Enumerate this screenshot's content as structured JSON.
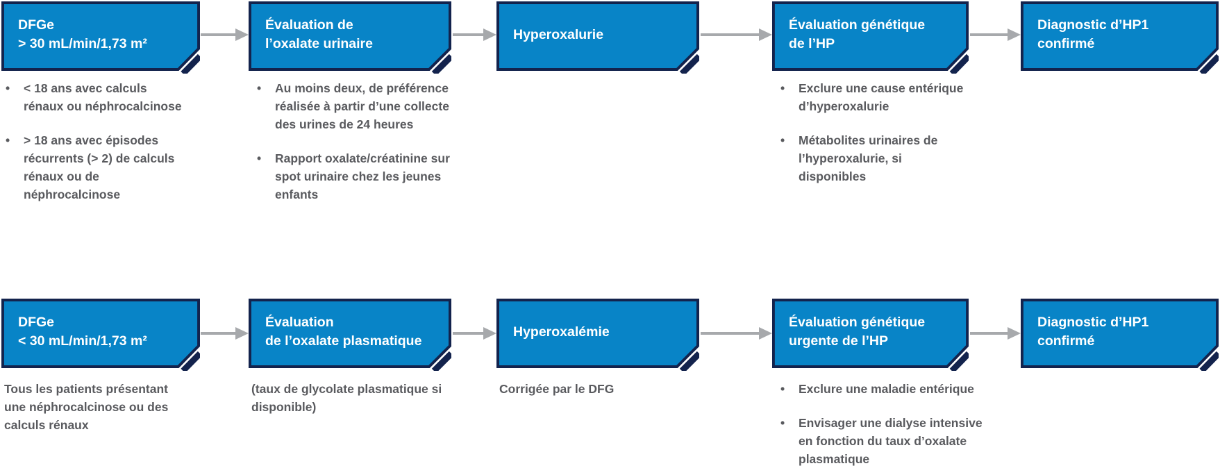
{
  "ui": {
    "bullet": "•"
  },
  "palette": {
    "box_fill": "#0884c7",
    "box_border": "#13234d",
    "arrow_gray": "#a7a9ac",
    "note_text": "#595a5e",
    "title_text": "#ffffff",
    "background": "#ffffff"
  },
  "flow": {
    "rows": [
      {
        "boxes": [
          {
            "title": "DFGe\n> 30 mL/min/1,73 m²",
            "notes": {
              "bullets": [
                "< 18 ans avec calculs rénaux ou néphrocalcinose",
                "> 18 ans avec épisodes récurrents (> 2) de calculs rénaux ou de néphrocalcinose"
              ]
            }
          },
          {
            "title": "Évaluation de\nl’oxalate urinaire",
            "notes": {
              "bullets": [
                "Au moins deux, de préférence réalisée à partir d’une collecte des urines de 24 heures",
                "Rapport oxalate/créatinine sur spot urinaire chez les jeunes enfants"
              ]
            }
          },
          {
            "title": "Hyperoxalurie"
          },
          {
            "title": "Évaluation génétique\nde l’HP",
            "notes": {
              "bullets": [
                "Exclure une cause entérique d’hyperoxalurie",
                "Métabolites urinaires de l’hyperoxalurie, si disponibles"
              ]
            }
          },
          {
            "title": "Diagnostic d’HP1\nconfirmé"
          }
        ]
      },
      {
        "boxes": [
          {
            "title": "DFGe\n< 30 mL/min/1,73 m²",
            "notes": {
              "text": "Tous les patients présentant une néphrocalcinose ou des calculs rénaux"
            }
          },
          {
            "title": "Évaluation\nde l’oxalate plasmatique",
            "notes": {
              "text": "(taux de glycolate plasmatique si disponible)"
            }
          },
          {
            "title": "Hyperoxalémie",
            "notes": {
              "text": "Corrigée par le DFG"
            }
          },
          {
            "title": "Évaluation génétique\nurgente de l’HP",
            "notes": {
              "bullets": [
                "Exclure une maladie entérique",
                "Envisager une dialyse intensive en fonction du taux d’oxalate plasmatique"
              ]
            }
          },
          {
            "title": "Diagnostic d’HP1\nconfirmé"
          }
        ]
      }
    ]
  }
}
